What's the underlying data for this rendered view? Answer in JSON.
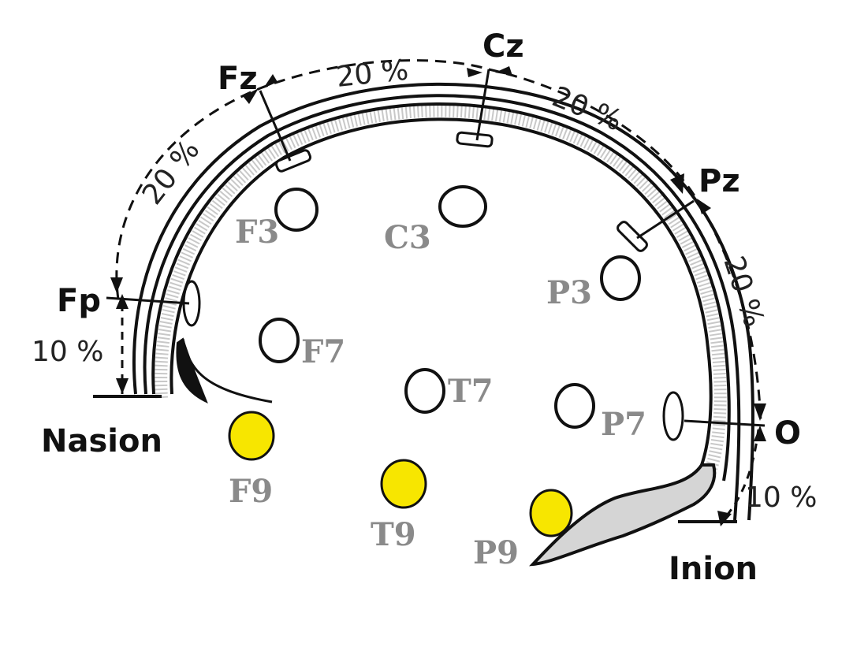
{
  "landmarks": {
    "nasion": "Nasion",
    "inion": "Inion"
  },
  "midline_electrodes": {
    "fp": "Fp",
    "fz": "Fz",
    "cz": "Cz",
    "pz": "Pz",
    "o": "O"
  },
  "percentages": {
    "fp_fz": "20 %",
    "fz_cz": "20 %",
    "cz_pz": "20 %",
    "pz_o": "20 %",
    "nasion_fp": "10 %",
    "o_inion": "10 %"
  },
  "lateral_electrodes": {
    "f3": "F3",
    "c3": "C3",
    "p3": "P3",
    "f7": "F7",
    "t7": "T7",
    "p7": "P7",
    "f9": "F9",
    "t9": "T9",
    "p9": "P9"
  },
  "colors": {
    "highlight_electrode": "#f7e600",
    "lateral_label": "#8a8a8a",
    "midline_label": "#111111"
  }
}
